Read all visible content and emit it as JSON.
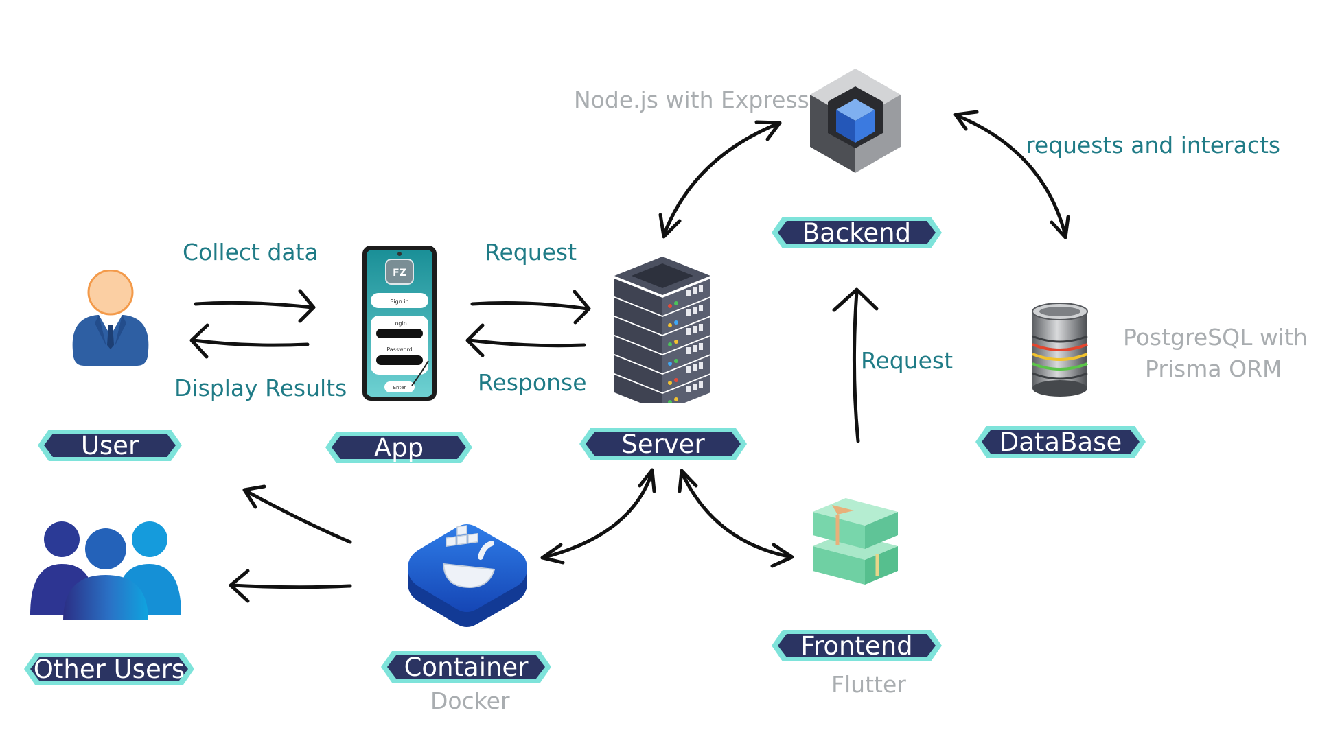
{
  "colors": {
    "badge_fill": "#2b3462",
    "badge_outline": "#7ee3da",
    "edge_label": "#1f7b86",
    "tech_label": "#a9adb0",
    "arrow": "#111111"
  },
  "nodes": {
    "user": {
      "label": "User",
      "icon": "person-icon"
    },
    "app": {
      "label": "App",
      "icon": "smartphone-app-icon",
      "screen": {
        "sign_in": "Sign in",
        "login": "Login",
        "password": "Password",
        "enter": "Enter"
      }
    },
    "server": {
      "label": "Server",
      "icon": "server-rack-icon"
    },
    "backend": {
      "label": "Backend",
      "icon": "cube-icon",
      "tech": "Node.js with Express"
    },
    "database": {
      "label": "DataBase",
      "icon": "database-icon",
      "tech_line1": "PostgreSQL with",
      "tech_line2": "Prisma ORM"
    },
    "other_users": {
      "label": "Other Users",
      "icon": "user-group-icon"
    },
    "container": {
      "label": "Container",
      "icon": "docker-icon",
      "tech": "Docker"
    },
    "frontend": {
      "label": "Frontend",
      "icon": "blocks-icon",
      "tech": "Flutter"
    }
  },
  "edge_labels": {
    "collect_data": "Collect data",
    "display_results": "Display Results",
    "request_app_server": "Request",
    "response_server_app": "Response",
    "requests_and_interacts": "requests and interacts",
    "request_frontend_backend": "Request"
  }
}
